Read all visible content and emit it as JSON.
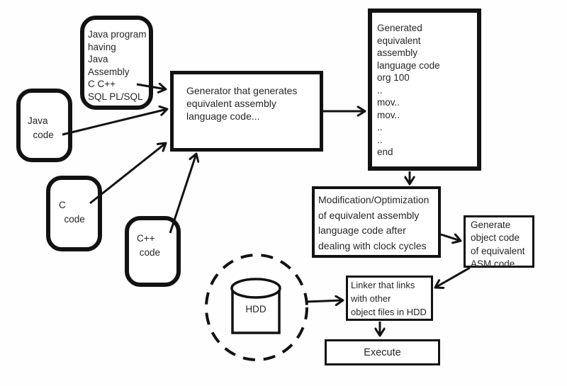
{
  "colors": {
    "ink": "#121212",
    "text": "#262626",
    "background": "#fefefe"
  },
  "nodes": {
    "java_program": {
      "label": "Java program\nhaving\nJava\nAssembly\nC C++\nSQL PL/SQL"
    },
    "java_code": {
      "label": "Java\n  code"
    },
    "c_code": {
      "label": "C\n  code"
    },
    "cpp_code": {
      "label": "C++\n code"
    },
    "generator": {
      "label": "Generator that generates\nequivalent assembly\nlanguage code..."
    },
    "generated_code": {
      "label": "Generated\nequivalent\nassembly\nlanguage code\norg 100\n..\nmov..\nmov..\n..\n..\nend"
    },
    "modification": {
      "label": "Modification/Optimization\nof equivalent assembly\nlanguage code after\ndealing with clock cycles"
    },
    "object_code": {
      "label": "Generate\nobject code\nof equivalent\nASM code."
    },
    "linker": {
      "label": "Linker that links\nwith other\nobject files in HDD"
    },
    "execute": {
      "label": "Execute"
    },
    "hdd": {
      "label": "HDD"
    }
  },
  "edges": [
    {
      "from": "java_program",
      "to": "generator"
    },
    {
      "from": "java_code",
      "to": "generator"
    },
    {
      "from": "c_code",
      "to": "generator"
    },
    {
      "from": "cpp_code",
      "to": "generator"
    },
    {
      "from": "generator",
      "to": "generated_code"
    },
    {
      "from": "generated_code",
      "to": "modification"
    },
    {
      "from": "modification",
      "to": "object_code"
    },
    {
      "from": "object_code",
      "to": "linker"
    },
    {
      "from": "hdd",
      "to": "linker"
    },
    {
      "from": "linker",
      "to": "execute"
    }
  ]
}
